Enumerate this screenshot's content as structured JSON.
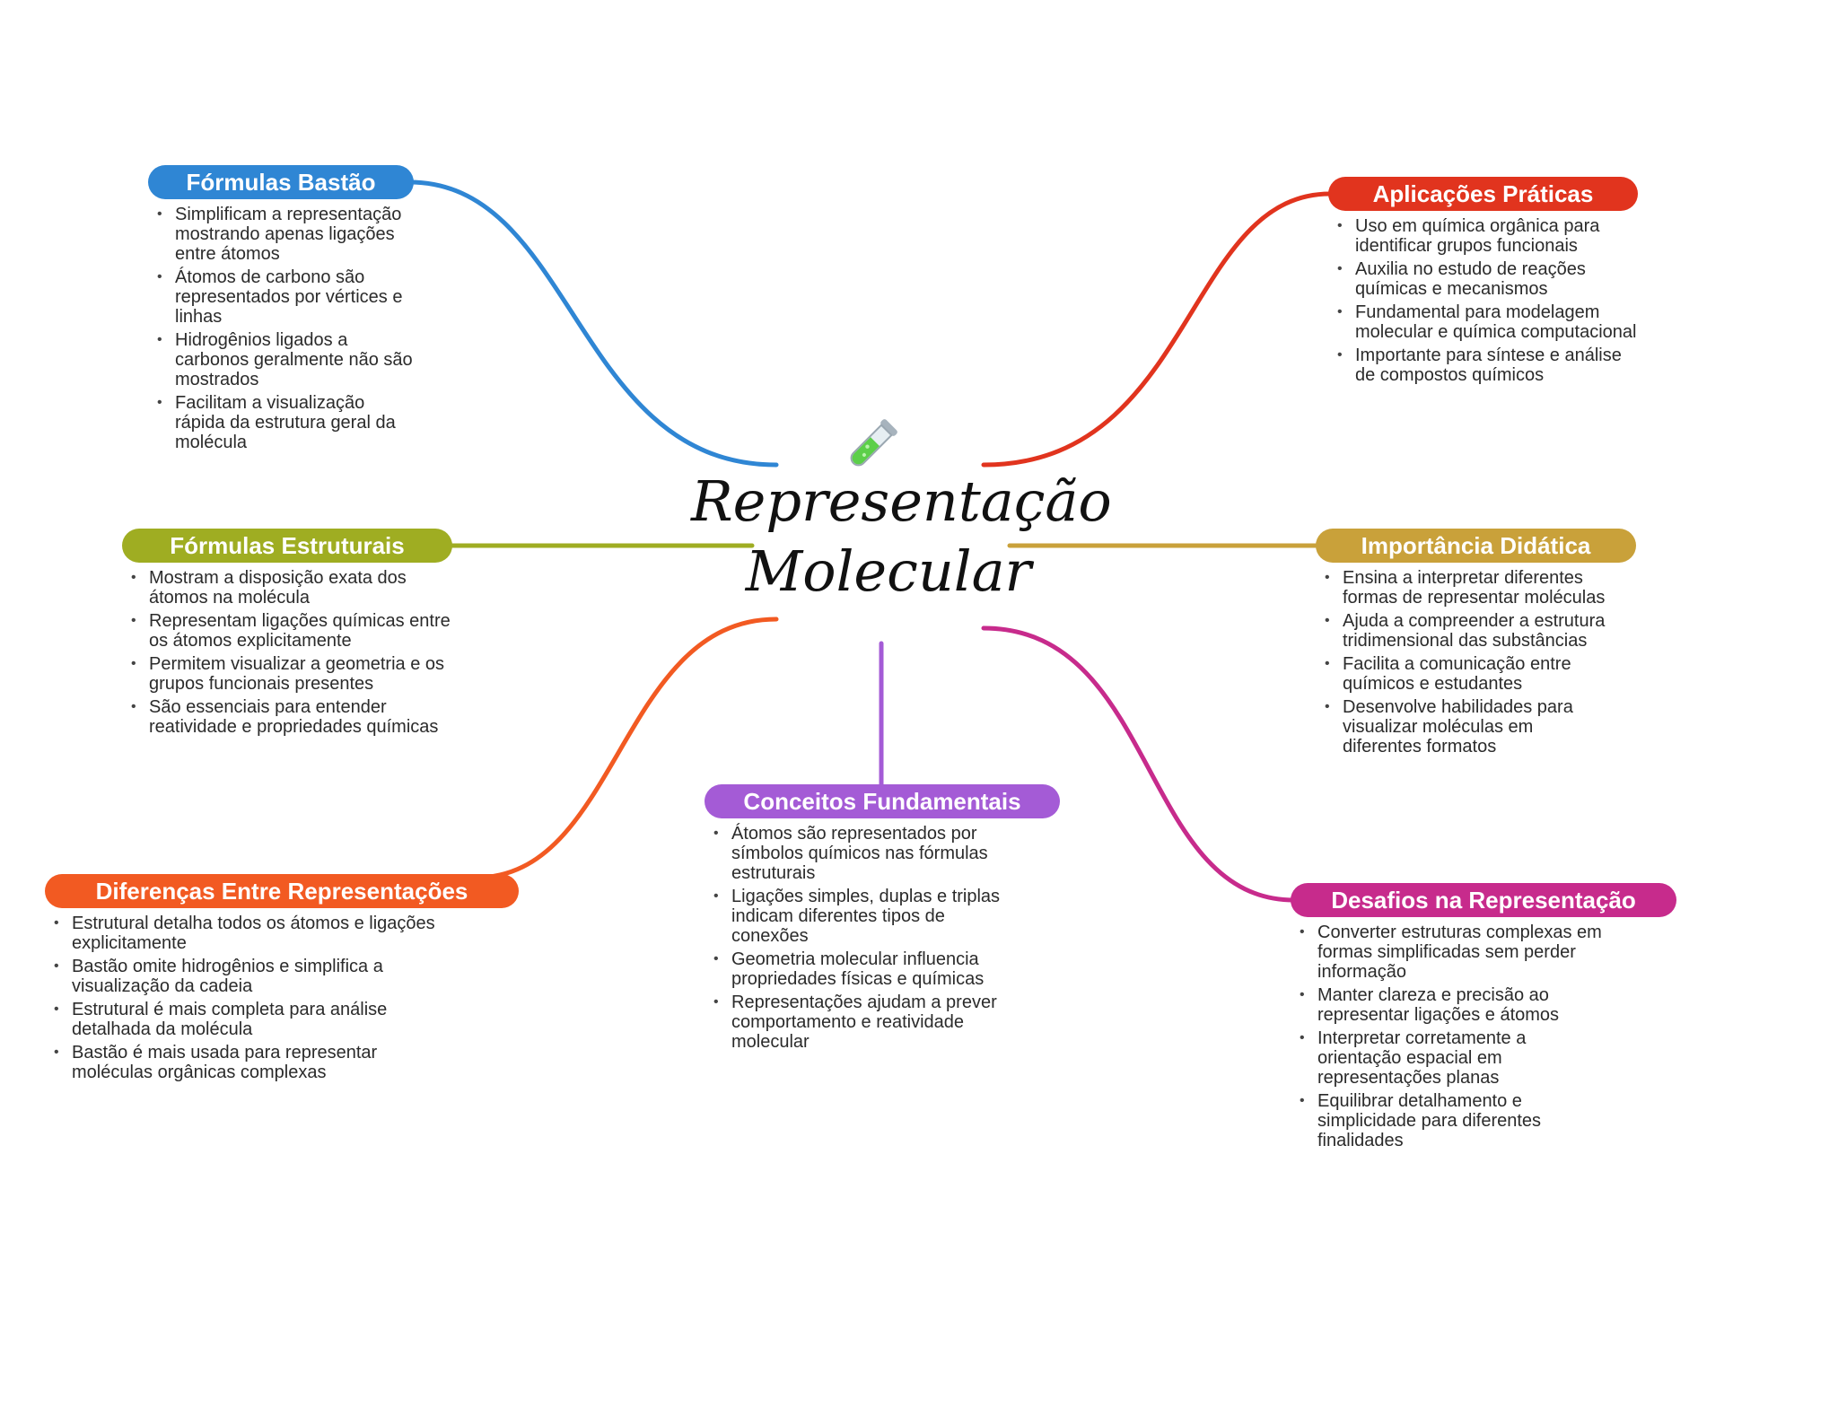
{
  "title": [
    "Representação",
    "Molecular"
  ],
  "center_icon": "test-tube-icon",
  "colors": {
    "formulas_bastao": "#2f86d4",
    "aplicacoes": "#e1341e",
    "estruturais": "#9fad22",
    "importancia": "#c9a13a",
    "diferencas": "#f25a22",
    "conceitos": "#a45bd6",
    "desafios": "#c72b8c"
  },
  "branches": {
    "formulas_bastao": {
      "label": "Fórmulas Bastão",
      "items": [
        "Simplificam a representação mostrando apenas ligações entre átomos",
        "Átomos de carbono são representados por vértices e linhas",
        "Hidrogênios ligados a carbonos geralmente não são mostrados",
        "Facilitam a visualização rápida da estrutura geral da molécula"
      ]
    },
    "aplicacoes": {
      "label": "Aplicações Práticas",
      "items": [
        "Uso em química orgânica para identificar grupos funcionais",
        "Auxilia no estudo de reações químicas e mecanismos",
        "Fundamental para modelagem molecular e química computacional",
        "Importante para síntese e análise de compostos químicos"
      ]
    },
    "estruturais": {
      "label": "Fórmulas Estruturais",
      "items": [
        "Mostram a disposição exata dos átomos na molécula",
        "Representam ligações químicas entre os átomos explicitamente",
        "Permitem visualizar a geometria e os grupos funcionais presentes",
        "São essenciais para entender reatividade e propriedades químicas"
      ]
    },
    "importancia": {
      "label": "Importância Didática",
      "items": [
        "Ensina a interpretar diferentes formas de representar moléculas",
        "Ajuda a compreender a estrutura tridimensional das substâncias",
        "Facilita a comunicação entre químicos e estudantes",
        "Desenvolve habilidades para visualizar moléculas em diferentes formatos"
      ]
    },
    "diferencas": {
      "label": "Diferenças Entre Representações",
      "items": [
        "Estrutural detalha todos os átomos e ligações explicitamente",
        "Bastão omite hidrogênios e simplifica a visualização da cadeia",
        "Estrutural é mais completa para análise detalhada da molécula",
        "Bastão é mais usada para representar moléculas orgânicas complexas"
      ]
    },
    "conceitos": {
      "label": "Conceitos Fundamentais",
      "items": [
        "Átomos são representados por símbolos químicos nas fórmulas estruturais",
        "Ligações simples, duplas e triplas indicam diferentes tipos de conexões",
        "Geometria molecular influencia propriedades físicas e químicas",
        "Representações ajudam a prever comportamento e reatividade molecular"
      ]
    },
    "desafios": {
      "label": "Desafios na Representação",
      "items": [
        "Converter estruturas complexas em formas simplificadas sem perder informação",
        "Manter clareza e precisão ao representar ligações e átomos",
        "Interpretar corretamente a orientação espacial em representações planas",
        "Equilibrar detalhamento e simplicidade para diferentes finalidades"
      ]
    }
  }
}
